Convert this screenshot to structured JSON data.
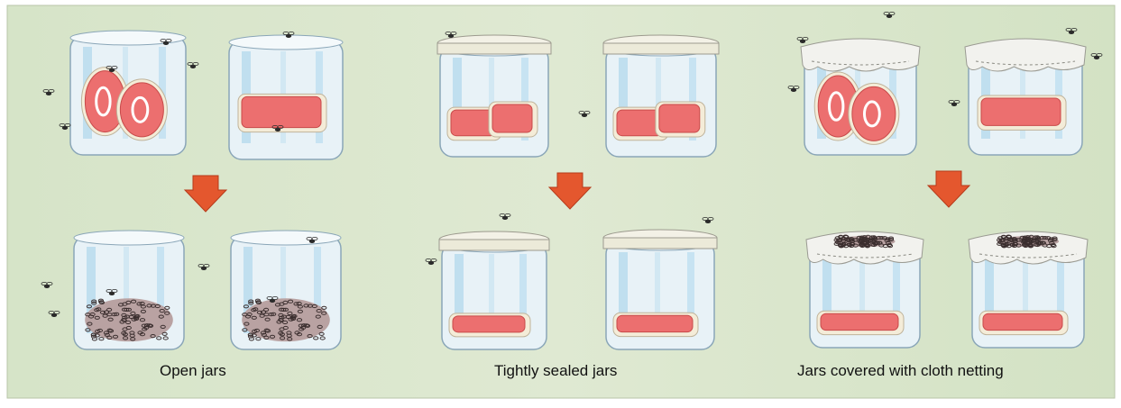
{
  "captions": {
    "open": "Open jars",
    "sealed": "Tightly sealed jars",
    "netting": "Jars covered with cloth netting"
  },
  "colors": {
    "background": "#dce8cf",
    "glass": "#e8f2f7",
    "glass_stripe": "#9fd0ea",
    "meat": "#ec6f6f",
    "meat_edge": "#c84a4a",
    "fat": "#f4ecd8",
    "arrow": "#e4572e",
    "netting": "#f2f2ee",
    "maggots": "#3a2e2e",
    "fly": "#2a2a2a"
  },
  "groups": [
    {
      "condition": "open",
      "before": "meat exposed, flies around",
      "after": "maggots on meat"
    },
    {
      "condition": "sealed",
      "before": "meat sealed under lid",
      "after": "meat only, no maggots"
    },
    {
      "condition": "netting",
      "before": "meat under cloth netting, flies on net",
      "after": "maggots on netting, meat below"
    }
  ]
}
